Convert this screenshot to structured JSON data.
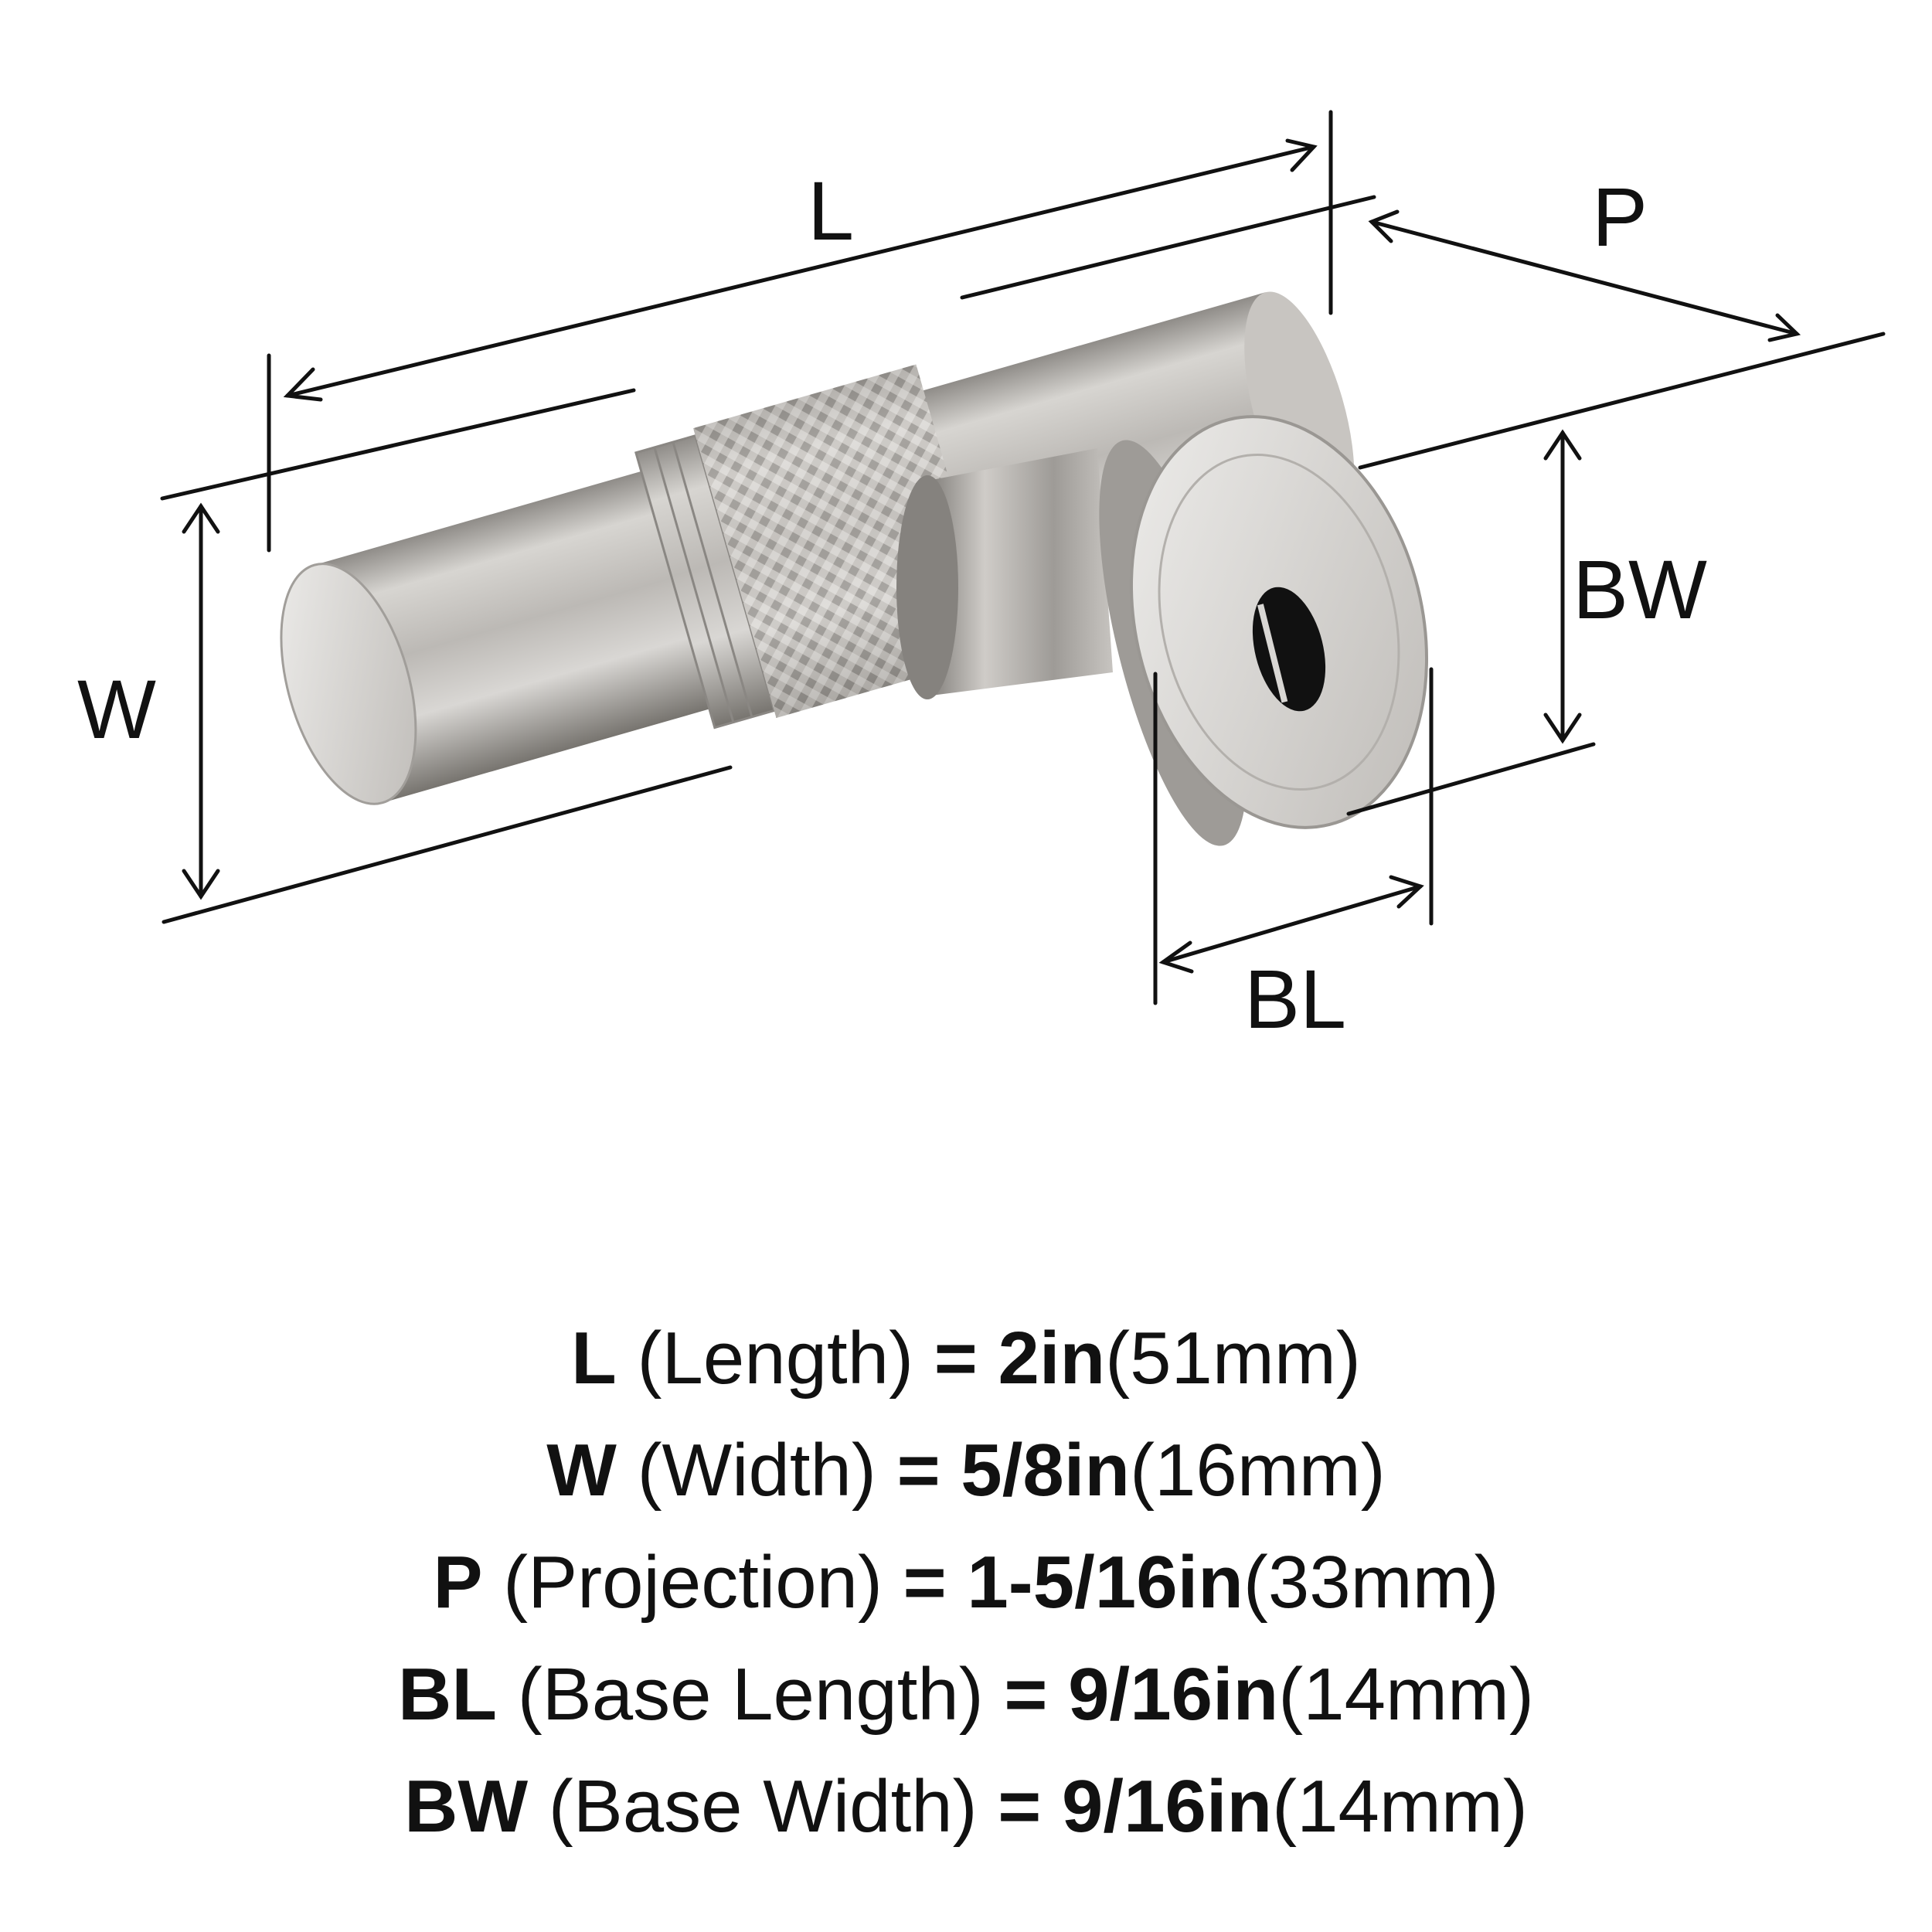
{
  "dimension_labels": {
    "length": "L",
    "width": "W",
    "projection": "P",
    "base_width": "BW",
    "base_length": "BL"
  },
  "specs": [
    {
      "key": "L",
      "name": "(Length)",
      "equals": "=",
      "imperial": "2in",
      "metric": "(51mm)"
    },
    {
      "key": "W",
      "name": "(Width)",
      "equals": "=",
      "imperial": "5/8in",
      "metric": "(16mm)"
    },
    {
      "key": "P",
      "name": "(Projection)",
      "equals": "=",
      "imperial": "1-5/16in",
      "metric": "(33mm)"
    },
    {
      "key": "BL",
      "name": "(Base Length)",
      "equals": "=",
      "imperial": "9/16in",
      "metric": "(14mm)"
    },
    {
      "key": "BW",
      "name": "(Base Width)",
      "equals": "=",
      "imperial": "9/16in",
      "metric": "(14mm)"
    }
  ],
  "colors": {
    "line": "#111111",
    "metal_light": "#e6e4e1",
    "metal_mid": "#b9b6b2",
    "metal_dark": "#7e7b77",
    "hole": "#111111"
  }
}
